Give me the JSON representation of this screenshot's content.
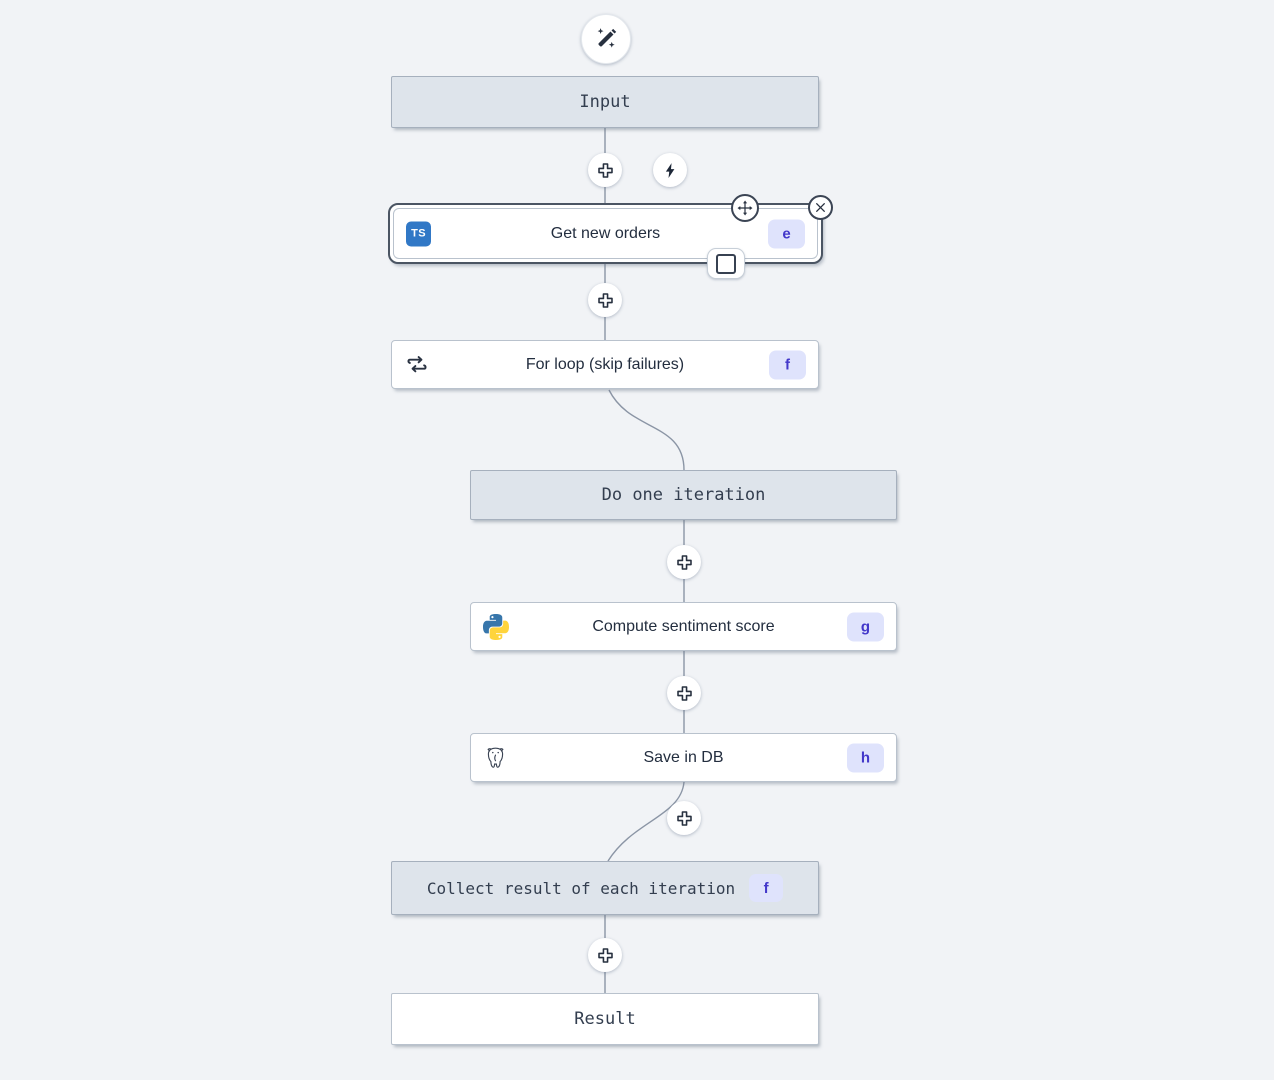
{
  "colors": {
    "canvas_bg": "#f1f3f6",
    "meta_box_bg": "#dee4eb",
    "node_bg": "#ffffff",
    "badge_bg": "#dfe3fc",
    "badge_text": "#4338ca",
    "selection_ring": "#4b5563",
    "wire": "#8b95a5",
    "typescript_blue": "#3178c6",
    "python_blue": "#3776ab",
    "python_yellow": "#ffd43b",
    "dark_icon": "#27303f"
  },
  "toolbar": {
    "ai_builder_icon": "magic-wand-icon",
    "trigger_icon": "lightning-bolt-icon"
  },
  "language_icons": {
    "typescript_abbr": "TS",
    "python": "python-icon",
    "postgresql": "postgresql-elephant-icon"
  },
  "flow": {
    "input": {
      "label": "Input"
    },
    "get_new_orders": {
      "label": "Get new orders",
      "badge": "e",
      "language": "typescript",
      "selected": true
    },
    "for_loop": {
      "label": "For loop (skip failures)",
      "badge": "f"
    },
    "do_one_iteration": {
      "label": "Do one iteration"
    },
    "compute_sentiment_score": {
      "label": "Compute sentiment score",
      "badge": "g",
      "language": "python"
    },
    "save_in_db": {
      "label": "Save in DB",
      "badge": "h",
      "language": "postgresql"
    },
    "collect_result": {
      "label": "Collect result of each iteration",
      "badge": "f"
    },
    "result": {
      "label": "Result"
    }
  }
}
